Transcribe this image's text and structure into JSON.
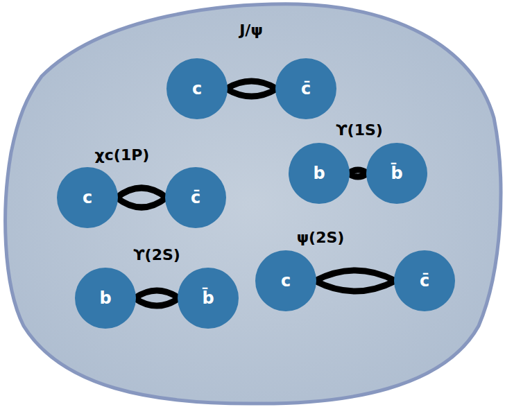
{
  "diagram": {
    "nodes": [
      {
        "text": [
          "c"
        ]
      },
      {
        "text": [
          "c̄"
        ]
      },
      {
        "text": [
          "c"
        ]
      },
      {
        "text": [
          "c̄"
        ]
      },
      {
        "text": [
          "b"
        ]
      },
      {
        "text": [
          "b̄"
        ]
      },
      {
        "text": [
          "b"
        ]
      },
      {
        "text": [
          "b̄"
        ]
      },
      {
        "text": [
          "c"
        ]
      },
      {
        "text": [
          "c̄"
        ]
      }
    ],
    "edges": [
      {
        "from": 0,
        "to": 1,
        "arrow": "none",
        "label": "J/ψ"
      },
      {
        "from": 2,
        "to": 3,
        "arrow": "none",
        "label": "χc(1P)"
      },
      {
        "from": 4,
        "to": 5,
        "arrow": "none",
        "label": "ϒ(1S)"
      },
      {
        "from": 6,
        "to": 7,
        "arrow": "none",
        "label": "ϒ(2S)"
      },
      {
        "from": 8,
        "to": 9,
        "arrow": "none",
        "label": "ψ(2S)"
      }
    ]
  }
}
